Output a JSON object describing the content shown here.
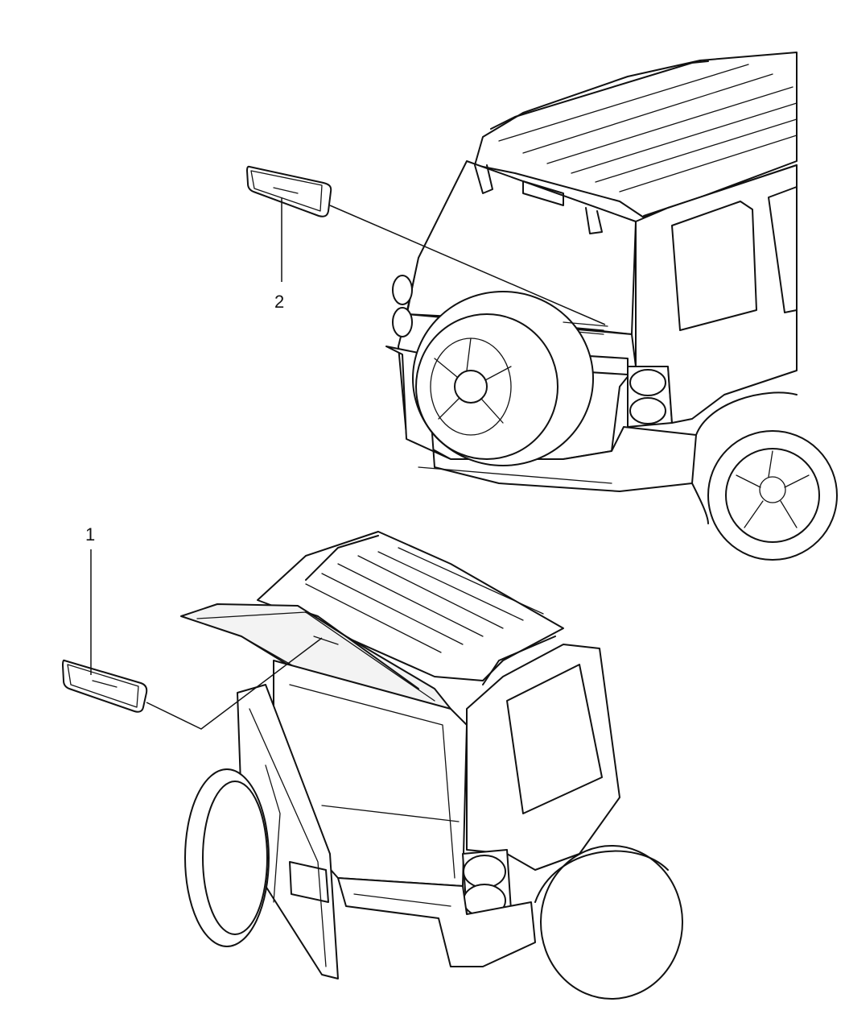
{
  "callouts": [
    {
      "number": "1",
      "part": "rear-window-decal-open-liftgate"
    },
    {
      "number": "2",
      "part": "rear-window-decal-closed-liftgate"
    }
  ]
}
